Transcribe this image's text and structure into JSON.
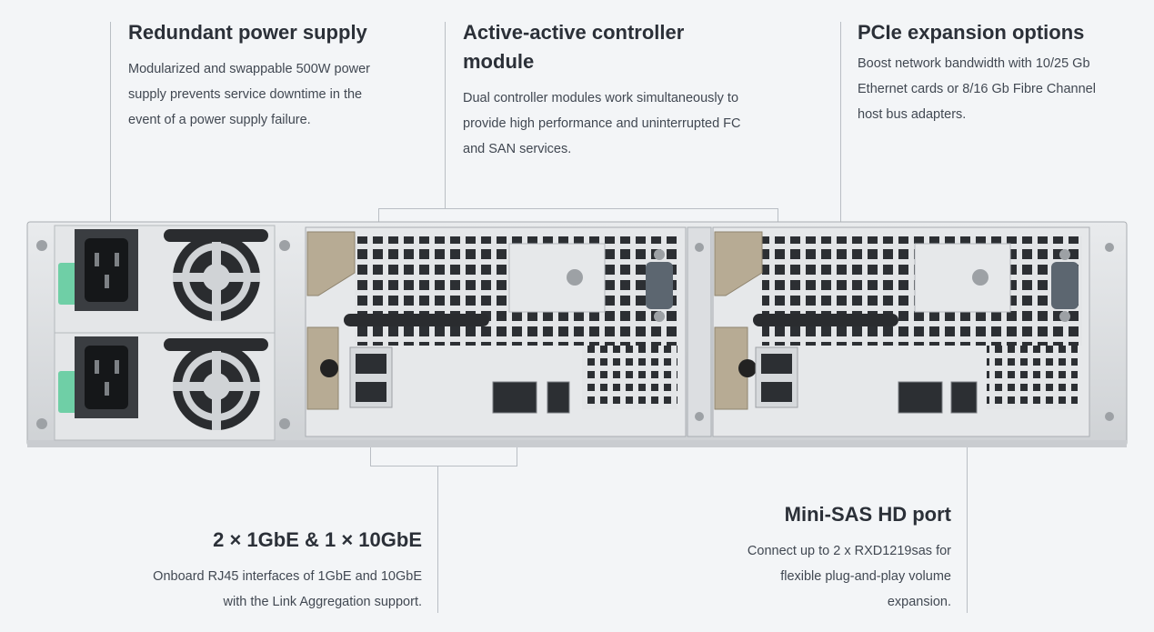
{
  "features": {
    "psu": {
      "title": "Redundant power supply",
      "description": "Modularized and swappable 500W power supply prevents service downtime in the event of a power supply failure."
    },
    "controller": {
      "title": "Active-active controller module",
      "description": "Dual controller modules work simultaneously to provide high performance and uninterrupted FC and SAN services."
    },
    "pcie": {
      "title": "PCIe expansion options",
      "description": "Boost network bandwidth with 10/25 Gb Ethernet cards or 8/16 Gb Fibre Channel host bus adapters."
    },
    "lan": {
      "title": "2 × 1GbE & 1 × 10GbE",
      "description": "Onboard RJ45 interfaces of 1GbE and 10GbE with the Link Aggregation support."
    },
    "sas": {
      "title": "Mini-SAS HD port",
      "description": "Connect up to 2 x RXD1219sas for flexible plug-and-play volume expansion."
    }
  },
  "colors": {
    "background": "#f3f5f7",
    "chassis": "#d9dcdf",
    "panel": "#e6e8ea",
    "latch": "#6fcfa6",
    "handle": "#b7ab94",
    "connector_line": "#b9bec4"
  },
  "icons": [
    "power-inlet-icon",
    "fan-icon",
    "rj45-port-icon",
    "mini-sas-port-icon",
    "serial-port-icon",
    "screw-icon"
  ]
}
